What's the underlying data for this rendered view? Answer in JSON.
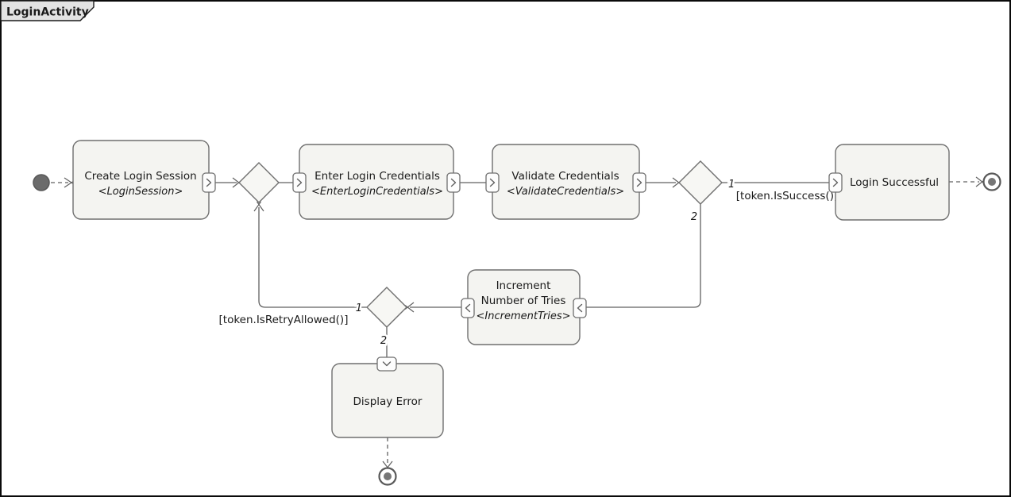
{
  "frame": {
    "title": "LoginActivity"
  },
  "nodes": {
    "create_login_session": {
      "label": "Create Login Session",
      "stereotype": "<LoginSession>"
    },
    "enter_login_credentials": {
      "label": "Enter Login Credentials",
      "stereotype": "<EnterLoginCredentials>"
    },
    "validate_credentials": {
      "label": "Validate Credentials",
      "stereotype": "<ValidateCredentials>"
    },
    "login_successful": {
      "label": "Login Successful"
    },
    "increment_tries": {
      "label_line1": "Increment",
      "label_line2": "Number of Tries",
      "stereotype": "<IncrementTries>"
    },
    "display_error": {
      "label": "Display Error"
    }
  },
  "edges": {
    "success_branch": {
      "order": "1",
      "guard": "[token.IsSuccess()]"
    },
    "failure_branch": {
      "order": "2"
    },
    "retry_branch": {
      "order": "1",
      "guard": "[token.IsRetryAllowed()]"
    },
    "error_branch": {
      "order": "2"
    }
  },
  "icons": {
    "pin_out_right": "chevron-right",
    "pin_in_left": "chevron-left",
    "pin_in_down": "chevron-down"
  },
  "colors": {
    "node_fill": "#f4f4f1",
    "node_border": "#6f6f6f",
    "edge": "#616161",
    "frame_border": "#0a0a0a",
    "tab_fill": "#e3e3e3",
    "text": "#1a1a1a",
    "initial_fill": "#6b6b6b",
    "pin_fill": "#fdfdfd"
  }
}
